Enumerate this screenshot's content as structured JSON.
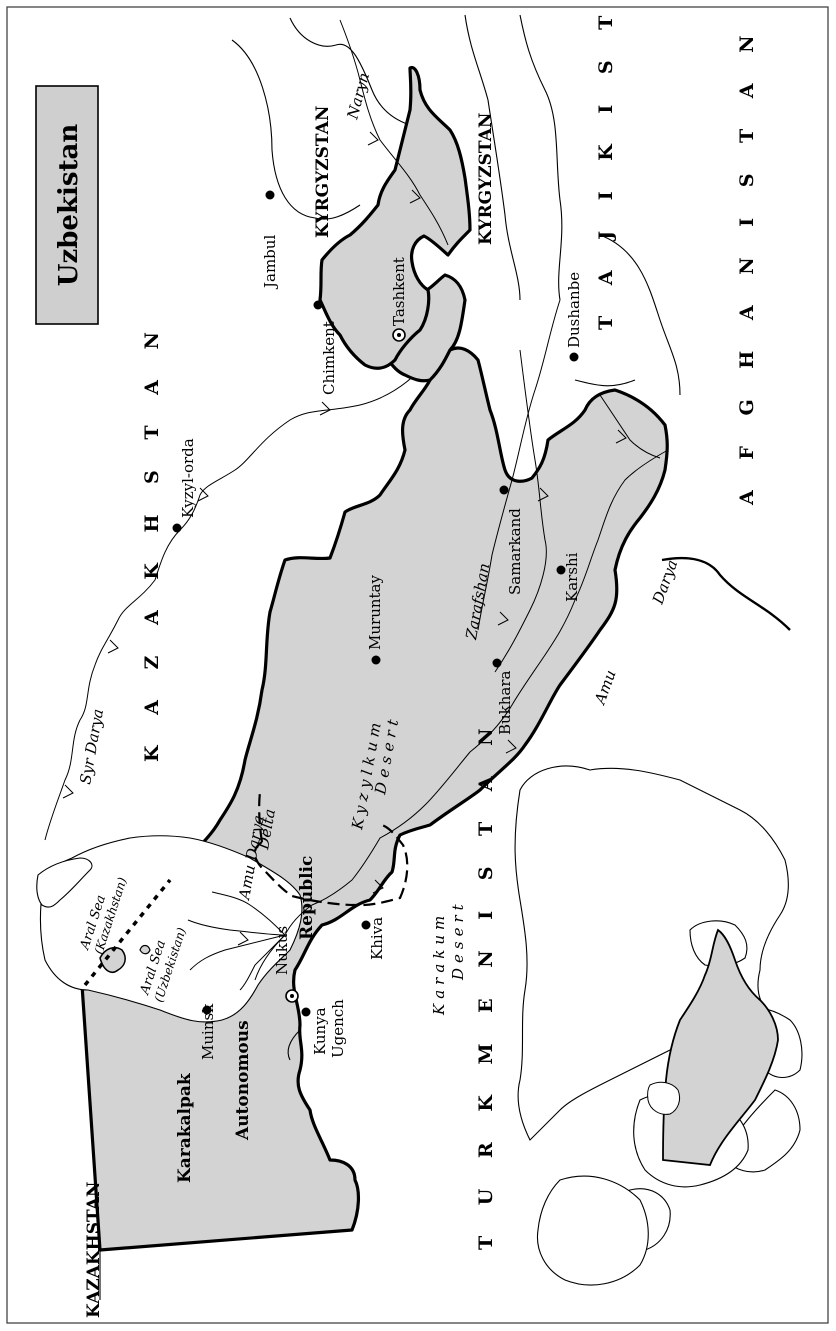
{
  "title": "Uzbekistan",
  "countries": {
    "kazakhstan_top": "KAZAKHSTAN",
    "kazakhstan_main": "K A Z A K H S T A N",
    "kyrgyzstan_1": "KYRGYZSTAN",
    "kyrgyzstan_2": "KYRGYZSTAN",
    "tajikistan": "T A J I K I S T A N",
    "afghanistan": "A F G H A N I S T A N",
    "turkmenistan": "T U R K M E N I S T A N"
  },
  "cities": {
    "jambul": "Jambul",
    "chimkent": "Chimkent",
    "tashkent": "Tashkent",
    "kyzyl_orda": "Kyzyl-orda",
    "dushanbe": "Dushanbe",
    "samarkand": "Samarkand",
    "karshi": "Karshi",
    "muruntay": "Muruntay",
    "bukhara": "Bukhara",
    "khiva": "Khiva",
    "kunya": "Kunya",
    "ugench": "Ugench",
    "nukus": "Nukus",
    "muinsk": "Muinsk"
  },
  "regions": {
    "karakalpak": "Karakalpak",
    "autonomous": "Autonomous",
    "republic": "Republic"
  },
  "water": {
    "naryn": "Naryn",
    "syr_darya": "Syr Darya",
    "zarafshan": "Zarafshan",
    "amu": "Amu",
    "darya": "Darya",
    "amu_darya_delta_1": "Amu Darya",
    "amu_darya_delta_2": "Delta",
    "aral_kaz_1": "Aral Sea",
    "aral_kaz_2": "(Kazakhstan)",
    "aral_uzb_1": "Aral Sea",
    "aral_uzb_2": "(Uzbekistan)"
  },
  "deserts": {
    "kyzylkum_1": "Kyzylkum",
    "kyzylkum_2": "Desert",
    "karakum_1": "Karakum",
    "karakum_2": "Desert"
  }
}
